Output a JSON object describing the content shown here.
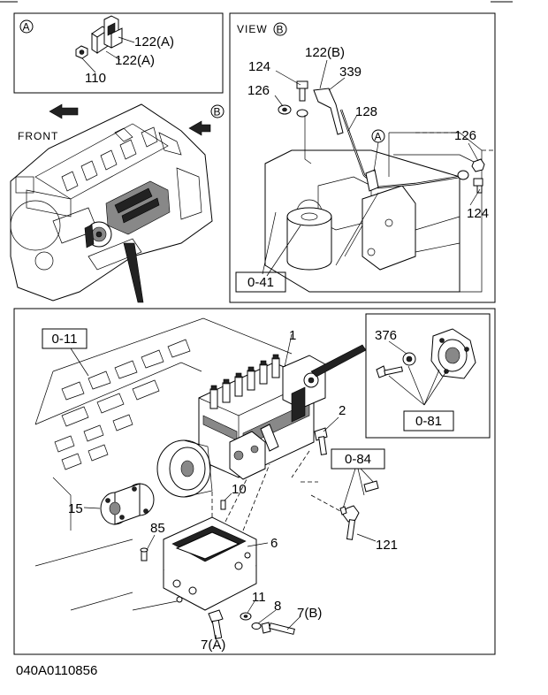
{
  "labels": {
    "detail_a_marker": "A",
    "view_b_text": "VIEW",
    "view_b_marker": "B",
    "front_text": "FRONT",
    "engine_b_marker": "B",
    "pipe_a_marker": "A",
    "part_122a_upper": "122(A)",
    "part_122a_lower": "122(A)",
    "part_110": "110",
    "part_122b": "122(B)",
    "part_124_left": "124",
    "part_339": "339",
    "part_126_left": "126",
    "part_128": "128",
    "part_126_right": "126",
    "part_124_right": "124",
    "ref_o41": "0-41",
    "ref_o11": "0-11",
    "part_1": "1",
    "part_376": "376",
    "ref_o81": "0-81",
    "part_2": "2",
    "ref_o84": "0-84",
    "part_10": "10",
    "part_15": "15",
    "part_85": "85",
    "part_6": "6",
    "part_121": "121",
    "part_11": "11",
    "part_8": "8",
    "part_7b": "7(B)",
    "part_7a": "7(A)",
    "drawing_number": "040A0110856"
  },
  "colors": {
    "line": "#000000",
    "background": "#ffffff"
  }
}
